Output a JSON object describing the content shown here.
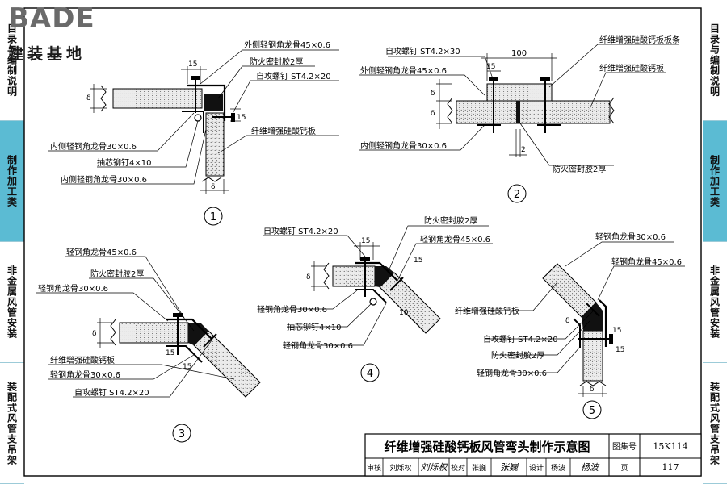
{
  "logo": {
    "brand": "BADE",
    "subtitle": "建装基地"
  },
  "left_tabs": [
    {
      "label": "目录与编制说明",
      "active": false
    },
    {
      "label": "制作加工类",
      "active": true
    },
    {
      "label": "非金属风管安装",
      "active": false
    },
    {
      "label": "装配式风管支吊架",
      "active": false
    }
  ],
  "right_tabs": [
    {
      "label": "目录与编制说明",
      "active": false
    },
    {
      "label": "制作加工类",
      "active": true
    },
    {
      "label": "非金属风管安装",
      "active": false
    },
    {
      "label": "装配式风管支吊架",
      "active": false
    }
  ],
  "title_block": {
    "title": "纤维增强硅酸钙板风管弯头制作示意图",
    "atlas_label": "图集号",
    "atlas_no": "15K114",
    "review_label": "审核",
    "reviewer": "刘烁权",
    "check_label": "校对",
    "checker": "张巍",
    "design_label": "设计",
    "designer": "杨波",
    "page_label": "页",
    "page_no": "117"
  },
  "details": [
    {
      "number": "1",
      "labels": [
        "外侧轻钢角龙骨45×0.6",
        "防火密封胶2厚",
        "自攻螺钉 ST4.2×20",
        "纤维增强硅酸钙板",
        "内侧轻钢角龙骨30×0.6",
        "抽芯铆钉4×10",
        "内侧轻钢角龙骨30×0.6"
      ],
      "dims": [
        "15",
        "δ",
        "15",
        "δ"
      ]
    },
    {
      "number": "2",
      "labels": [
        "自攻螺钉 ST4.2×30",
        "纤维增强硅酸钙板板条",
        "外侧轻钢角龙骨45×0.6",
        "纤维增强硅酸钙板",
        "内侧轻钢角龙骨30×0.6",
        "防火密封胶2厚"
      ],
      "dims": [
        "100",
        "15",
        "δ",
        "δ",
        "2"
      ]
    },
    {
      "number": "3",
      "labels": [
        "轻钢角龙骨45×0.6",
        "防火密封胶2厚",
        "轻钢角龙骨30×0.6",
        "纤维增强硅酸钙板",
        "轻钢角龙骨30×0.6",
        "自攻螺钉 ST4.2×20"
      ],
      "dims": [
        "δ",
        "15",
        "15"
      ]
    },
    {
      "number": "4",
      "labels": [
        "自攻螺钉 ST4.2×20",
        "防火密封胶2厚",
        "轻钢角龙骨45×0.6",
        "轻钢角龙骨30×0.6",
        "抽芯铆钉4×10",
        "轻钢角龙骨30×0.6"
      ],
      "dims": [
        "15",
        "δ",
        "15",
        "10"
      ]
    },
    {
      "number": "5",
      "labels": [
        "轻钢角龙骨30×0.6",
        "轻钢角龙骨45×0.6",
        "纤维增强硅酸钙板",
        "自攻螺钉 ST4.2×20",
        "防火密封胶2厚",
        "轻钢角龙骨30×0.6"
      ],
      "dims": [
        "15",
        "δ",
        "15",
        "δ"
      ]
    }
  ]
}
